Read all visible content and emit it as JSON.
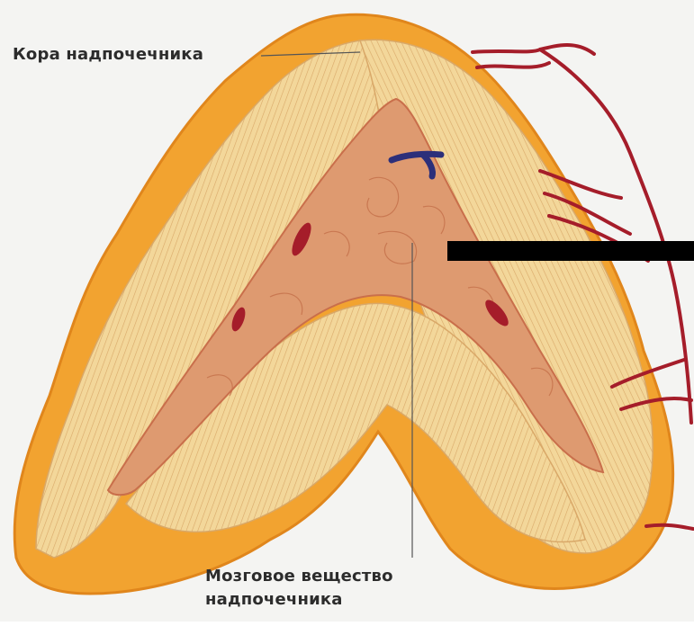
{
  "labels": {
    "cortex": "Кора надпочечника",
    "medulla_line1": "Мозговое вещество",
    "medulla_line2": "надпочечника"
  },
  "colors": {
    "capsule": "#f2a330",
    "capsule_dark": "#e0861c",
    "cortex": "#f3d79a",
    "cortex_stripe": "#d9a868",
    "medulla": "#de9a70",
    "medulla_outline": "#c96f4b",
    "artery": "#a51d2a",
    "vein": "#2c2f7a",
    "redaction_bar": "#000000",
    "background": "#f4f4f2"
  },
  "icons": [
    "adrenal-gland-illustration",
    "blood-vessel",
    "redaction-bar"
  ]
}
